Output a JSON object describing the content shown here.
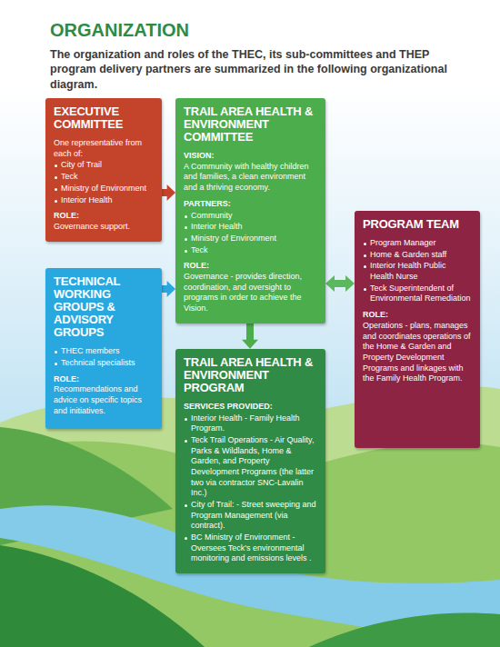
{
  "diagram": {
    "title": "ORGANIZATION",
    "nodes": [
      {
        "text": [
          "EXECUTIVE COMMITTEE",
          "One representative from each of:",
          "City of Trail",
          "Teck",
          "Ministry of Environment",
          "Interior Health",
          "ROLE:",
          "Governance support."
        ]
      },
      {
        "text": [
          "TRAIL AREA HEALTH & ENVIRONMENT COMMITTEE",
          "VISION:",
          "A Community with healthy children and families, a clean environment and a thriving economy.",
          "PARTNERS:",
          "Community",
          "Interior Health",
          "Ministry of Environment",
          "Teck",
          "ROLE:",
          "Governance - provides direction, coordination, and oversight to programs in order to achieve the Vision."
        ]
      },
      {
        "text": [
          "PROGRAM TEAM",
          "Program Manager",
          "Home & Garden staff",
          "Interior Health Public Health Nurse",
          "Teck Superintendent of Environmental Remediation",
          "ROLE:",
          "Operations - plans, manages and coordinates operations of the Home & Garden and Property Development Programs and linkages with the Family Health Program."
        ]
      },
      {
        "text": [
          "TECHNICAL WORKING GROUPS & ADVISORY GROUPS",
          "THEC members",
          "Technical specialists",
          "ROLE:",
          "Recommendations and advice on specific topics and initiatives."
        ]
      },
      {
        "text": [
          "TRAIL AREA HEALTH & ENVIRONMENT PROGRAM",
          "SERVICES PROVIDED:",
          "Interior Health - Family Health Program.",
          "Teck Trail Operations - Air Quality, Parks & Wildlands, Home & Garden, and Property Development Programs (the latter two via contractor SNC-Lavalin Inc.)",
          "City of Trail: - Street sweeping and Program Management (via contract).",
          "BC Ministry of Environment - Oversees Teck's environmental monitoring and emissions levels ."
        ]
      }
    ],
    "edges": [
      {
        "from": 0,
        "to": 1,
        "arrow": "to"
      },
      {
        "from": 3,
        "to": 1,
        "arrow": "to"
      },
      {
        "from": 1,
        "to": 2,
        "arrow": "both"
      },
      {
        "from": 1,
        "to": 4,
        "arrow": "to"
      }
    ],
    "labels": [
      "The organization and roles of the THEC, its sub-committees and THEP program delivery partners are summarized in the following organizational diagram."
    ]
  }
}
